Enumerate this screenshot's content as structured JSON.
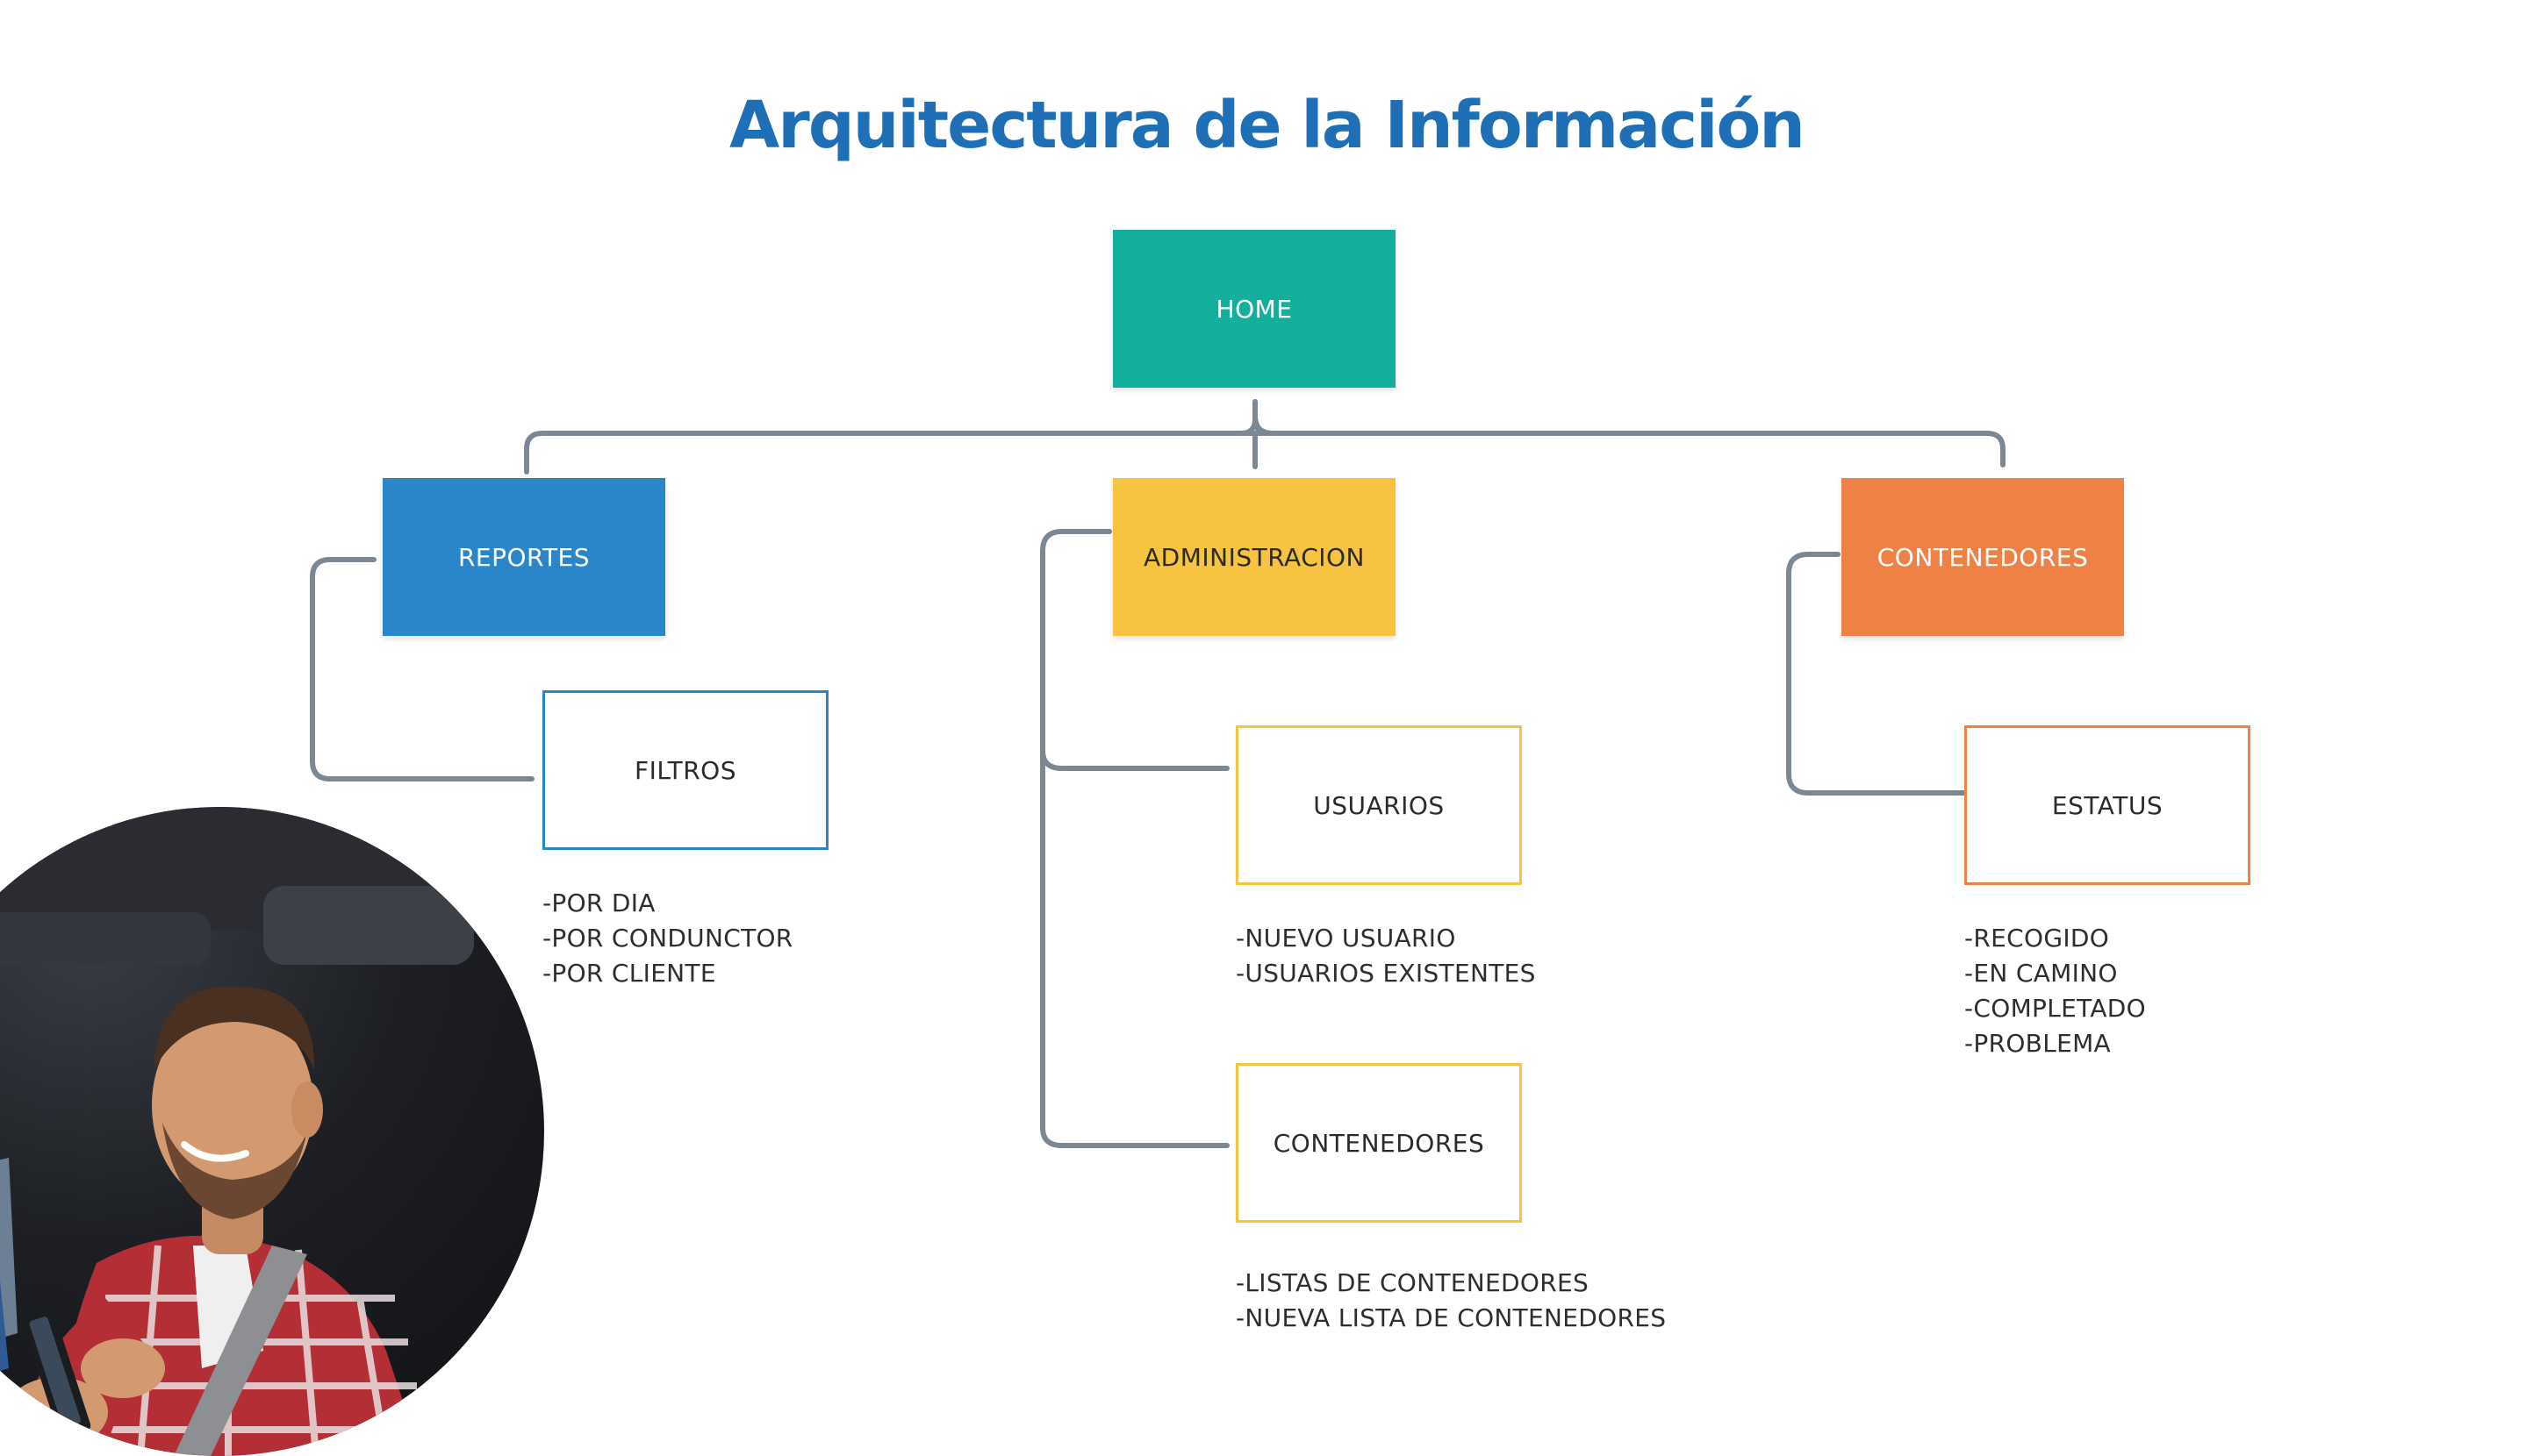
{
  "title": "Arquitectura de la Información",
  "colors": {
    "title": "#1f6fb7",
    "connector": "#7b8793",
    "home": "#12b09c",
    "reportes": "#2a86c8",
    "administracion": "#f7c442",
    "contenedores": "#ee8246"
  },
  "nodes": {
    "home": "HOME",
    "reportes": "REPORTES",
    "administracion": "ADMINISTRACION",
    "contenedores": "CONTENEDORES",
    "filtros": "FILTROS",
    "usuarios": "USUARIOS",
    "admin_contenedores": "CONTENEDORES",
    "estatus": "ESTATUS"
  },
  "lists": {
    "filtros": [
      "-POR DIA",
      "-POR CONDUNCTOR",
      "-POR CLIENTE"
    ],
    "usuarios": [
      "-NUEVO USUARIO",
      "-USUARIOS EXISTENTES"
    ],
    "admin_contenedores": [
      "-LISTAS DE CONTENEDORES",
      "-NUEVA LISTA DE CONTENEDORES"
    ],
    "estatus": [
      "-RECOGIDO",
      "-EN CAMINO",
      "-COMPLETADO",
      "-PROBLEMA"
    ]
  },
  "photo": {
    "description_icon": "driver-with-tablet-photo"
  }
}
